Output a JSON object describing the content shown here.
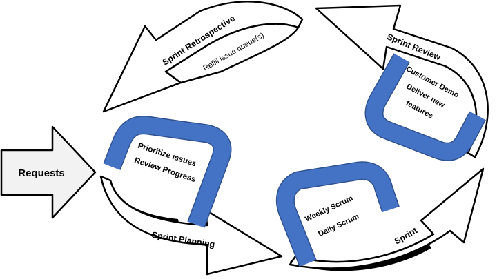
{
  "requests": {
    "label": "Requests"
  },
  "planning": {
    "arrow_label": "Sprint Planning",
    "lines": [
      "Prioritize issues",
      "Review Progress"
    ]
  },
  "sprint": {
    "arrow_label": "Sprint",
    "lines": [
      "Weekly Scrum",
      "Daily Scrum"
    ]
  },
  "review": {
    "arrow_label": "Sprint Review",
    "lines": [
      "Customer Demo",
      "Deliver new",
      "features"
    ]
  },
  "retrospective": {
    "arrow_label": "Sprint Retrospective",
    "sub_label": "Refill issue queue(s)"
  },
  "colors": {
    "u_shape_fill": "#4472C4",
    "u_shape_edge": "#2F528F",
    "requests_fill": "#F2F2F2"
  }
}
